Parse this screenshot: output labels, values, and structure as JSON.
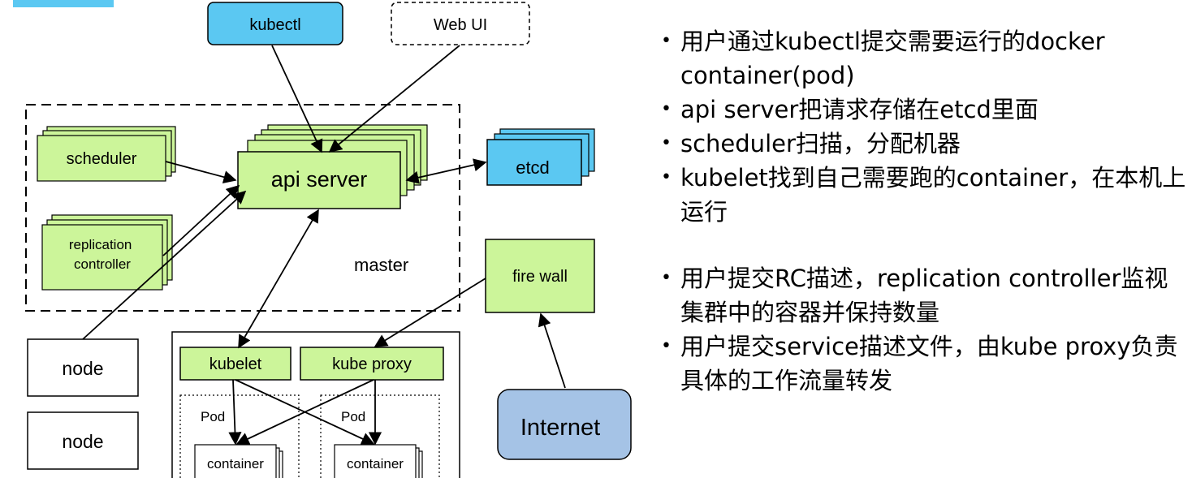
{
  "diagram": {
    "kubectl": "kubectl",
    "web_ui": "Web UI",
    "scheduler": "scheduler",
    "api_server": "api server",
    "etcd": "etcd",
    "replication_controller": [
      "replication",
      "controller"
    ],
    "master": "master",
    "fire_wall": "fire wall",
    "node_1": "node",
    "node_2": "node",
    "kubelet": "kubelet",
    "kube_proxy": "kube proxy",
    "pod_1": "Pod",
    "pod_2": "Pod",
    "container_1": "container",
    "container_2": "container",
    "internet": "Internet"
  },
  "colors": {
    "green": "#ccf59a",
    "blue": "#5bc8f2",
    "internet_blue": "#a5c3e6",
    "corner_accent": "#5bc8f2"
  },
  "bullets_group_1": [
    "用户通过kubectl提交需要运行的docker container(pod)",
    "api server把请求存储在etcd里面",
    "scheduler扫描，分配机器",
    "kubelet找到自己需要跑的container，在本机上运行"
  ],
  "bullets_group_2": [
    "用户提交RC描述，replication controller监视集群中的容器并保持数量",
    "用户提交service描述文件，由kube proxy负责具体的工作流量转发"
  ]
}
